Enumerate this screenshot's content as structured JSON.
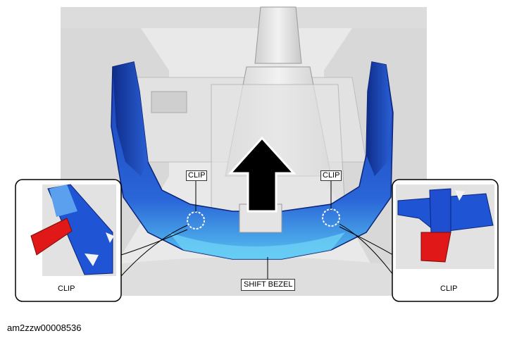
{
  "labels": {
    "clip_left": "CLIP",
    "clip_right": "CLIP",
    "shift_bezel": "SHIFT BEZEL",
    "inset_left": "CLIP",
    "inset_right": "CLIP"
  },
  "figure_id": "am2zzw00008536",
  "colors": {
    "bezel_blue": "#1f4fd0",
    "bezel_highlight": "#5fc6f2",
    "clip_red": "#e01818",
    "console_grey": "#e6e6e6",
    "arrow": "#000000"
  }
}
